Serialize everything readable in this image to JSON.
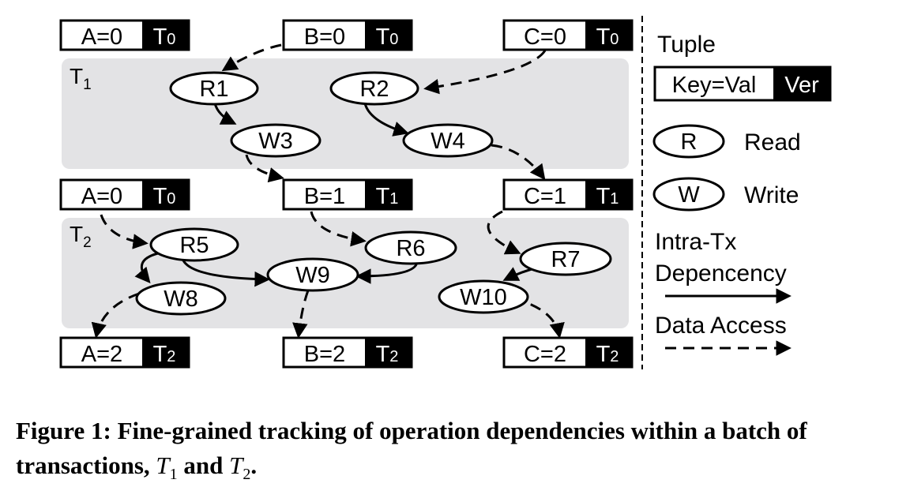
{
  "transactions": [
    {
      "label_main": "T",
      "label_sub": "1"
    },
    {
      "label_main": "T",
      "label_sub": "2"
    }
  ],
  "tuples": [
    {
      "id": "A0",
      "key": "A=0",
      "ver_main": "T",
      "ver_sub": "0"
    },
    {
      "id": "B0",
      "key": "B=0",
      "ver_main": "T",
      "ver_sub": "0"
    },
    {
      "id": "C0",
      "key": "C=0",
      "ver_main": "T",
      "ver_sub": "0"
    },
    {
      "id": "A0b",
      "key": "A=0",
      "ver_main": "T",
      "ver_sub": "0"
    },
    {
      "id": "B1",
      "key": "B=1",
      "ver_main": "T",
      "ver_sub": "1"
    },
    {
      "id": "C1",
      "key": "C=1",
      "ver_main": "T",
      "ver_sub": "1"
    },
    {
      "id": "A2",
      "key": "A=2",
      "ver_main": "T",
      "ver_sub": "2"
    },
    {
      "id": "B2",
      "key": "B=2",
      "ver_main": "T",
      "ver_sub": "2"
    },
    {
      "id": "C2",
      "key": "C=2",
      "ver_main": "T",
      "ver_sub": "2"
    }
  ],
  "operations": [
    "R1",
    "R2",
    "W3",
    "W4",
    "R5",
    "R6",
    "R7",
    "W8",
    "W9",
    "W10"
  ],
  "legend": {
    "tuple_title": "Tuple",
    "tuple_key": "Key=Val",
    "tuple_ver": "Ver",
    "read_symbol": "R",
    "read_label": "Read",
    "write_symbol": "W",
    "write_label": "Write",
    "intra_line1": "Intra-Tx",
    "intra_line2": "Depencency",
    "data_access": "Data Access"
  },
  "caption": {
    "prefix": "Figure 1: Fine-grained tracking of operation dependencies within a batch of transactions, ",
    "t1_main": "T",
    "t1_sub": "1",
    "and": " and ",
    "t2_main": "T",
    "t2_sub": "2",
    "suffix": "."
  }
}
